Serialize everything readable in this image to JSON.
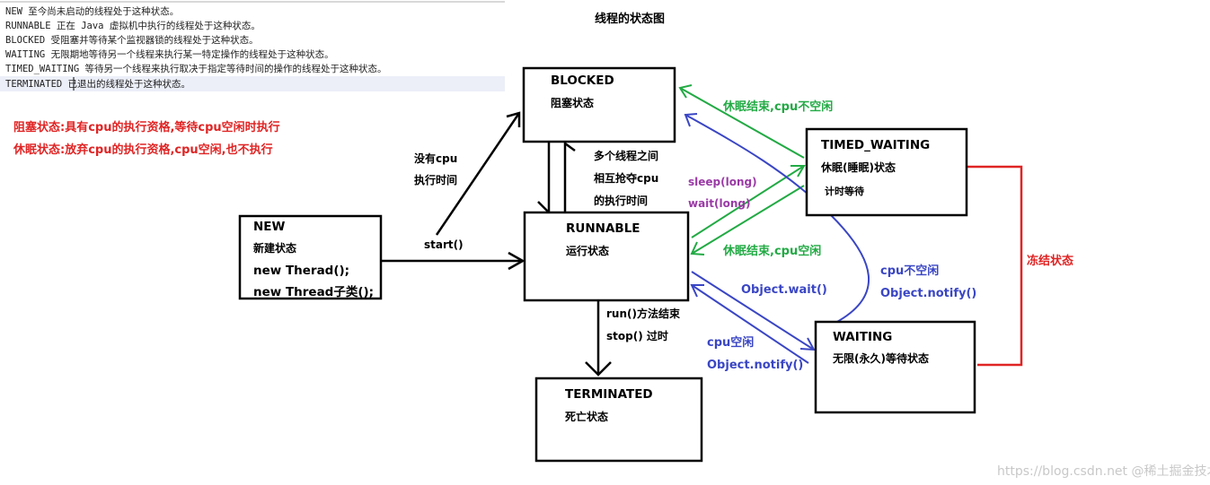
{
  "title": "线程的状态图",
  "legend_lines": [
    "NEW 至今尚未启动的线程处于这种状态。",
    "RUNNABLE 正在 Java 虚拟机中执行的线程处于这种状态。",
    "BLOCKED 受阻塞并等待某个监视器锁的线程处于这种状态。",
    "WAITING 无限期地等待另一个线程来执行某一特定操作的线程处于这种状态。",
    "TIMED_WAITING 等待另一个线程来执行取决于指定等待时间的操作的线程处于这种状态。",
    "TERMINATED 已退出的线程处于这种状态。"
  ],
  "notes": [
    "阻塞状态:具有cpu的执行资格,等待cpu空闲时执行",
    "休眠状态:放弃cpu的执行资格,cpu空闲,也不执行"
  ],
  "states": {
    "new": {
      "name": "NEW",
      "lines": [
        "新建状态",
        "new Therad();",
        "new Thread子类();"
      ]
    },
    "runnable": {
      "name": "RUNNABLE",
      "lines": [
        "运行状态"
      ]
    },
    "blocked": {
      "name": "BLOCKED",
      "lines": [
        "阻塞状态"
      ]
    },
    "timed_waiting": {
      "name": "TIMED_WAITING",
      "lines": [
        "休眠(睡眠)状态",
        "计时等待"
      ]
    },
    "waiting": {
      "name": "WAITING",
      "lines": [
        "无限(永久)等待状态"
      ]
    },
    "terminated": {
      "name": "TERMINATED",
      "lines": [
        "死亡状态"
      ]
    }
  },
  "edge_labels": {
    "start": "start()",
    "no_cpu_1": "没有cpu",
    "no_cpu_2": "执行时间",
    "compete_1": "多个线程之间",
    "compete_2": "相互抢夺cpu",
    "compete_3": "的执行时间",
    "sleep_long": "sleep(long)",
    "wait_long": "wait(long)",
    "sleep_end_busy": "休眠结束,cpu不空闲",
    "sleep_end_idle": "休眠结束,cpu空闲",
    "run_end_1": "run()方法结束",
    "run_end_2": "stop() 过时",
    "object_wait": "Object.wait()",
    "cpu_busy": "cpu不空闲",
    "notify_busy": "Object.notify()",
    "cpu_idle": "cpu空闲",
    "notify_idle": "Object.notify()",
    "frozen": "冻结状态"
  },
  "watermark": "https://blog.csdn.net @稀土掘金技术社区",
  "colors": {
    "green": "#22aa44",
    "blue": "#3a46c4",
    "red": "#e02424",
    "purple": "#9a3aa6"
  }
}
